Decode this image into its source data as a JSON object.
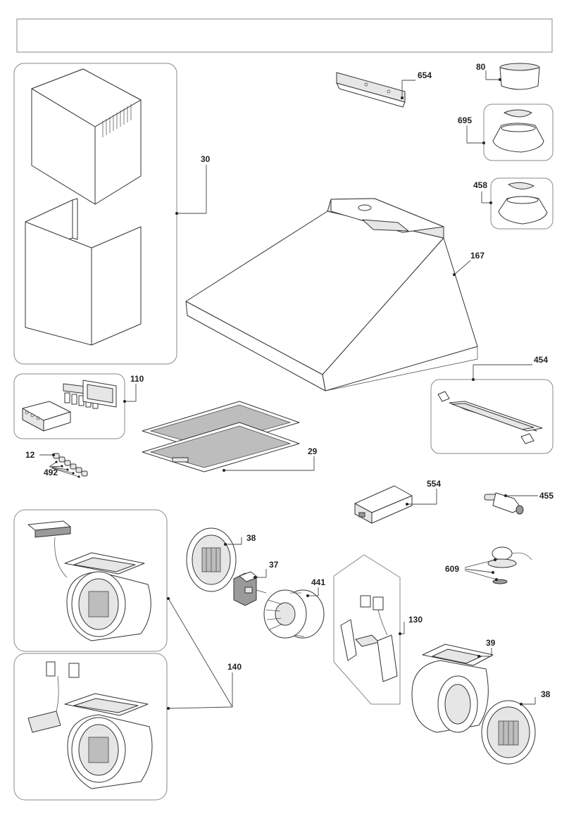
{
  "header": {
    "title": ""
  },
  "labels": {
    "p30": "30",
    "p654": "654",
    "p80": "80",
    "p695": "695",
    "p458": "458",
    "p167": "167",
    "p110": "110",
    "p454": "454",
    "p12": "12",
    "p492": "492",
    "p29": "29",
    "p554": "554",
    "p455": "455",
    "p38a": "38",
    "p37": "37",
    "p441": "441",
    "p609": "609",
    "p130": "130",
    "p39": "39",
    "p38b": "38",
    "p140": "140"
  }
}
